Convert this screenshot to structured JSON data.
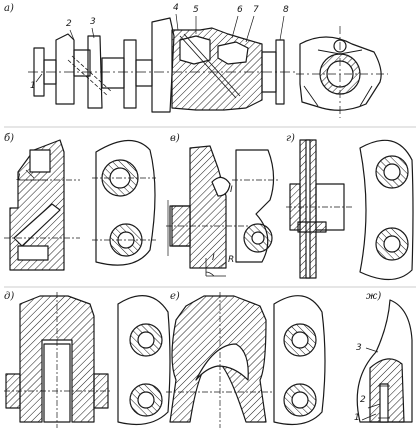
{
  "panels": {
    "a": "а)",
    "b": "б)",
    "v": "в)",
    "g": "г)",
    "d": "д)",
    "e": "е)",
    "zh": "ж)"
  },
  "callouts_a": [
    "1",
    "2",
    "3",
    "4",
    "5",
    "6",
    "7",
    "8"
  ],
  "callouts_b": [
    "1"
  ],
  "callouts_v": [
    "I",
    "I",
    "R"
  ],
  "callouts_zh": [
    "3",
    "2",
    "1"
  ],
  "colors": {
    "ink": "#1a1a1a",
    "paper": "#ffffff"
  }
}
